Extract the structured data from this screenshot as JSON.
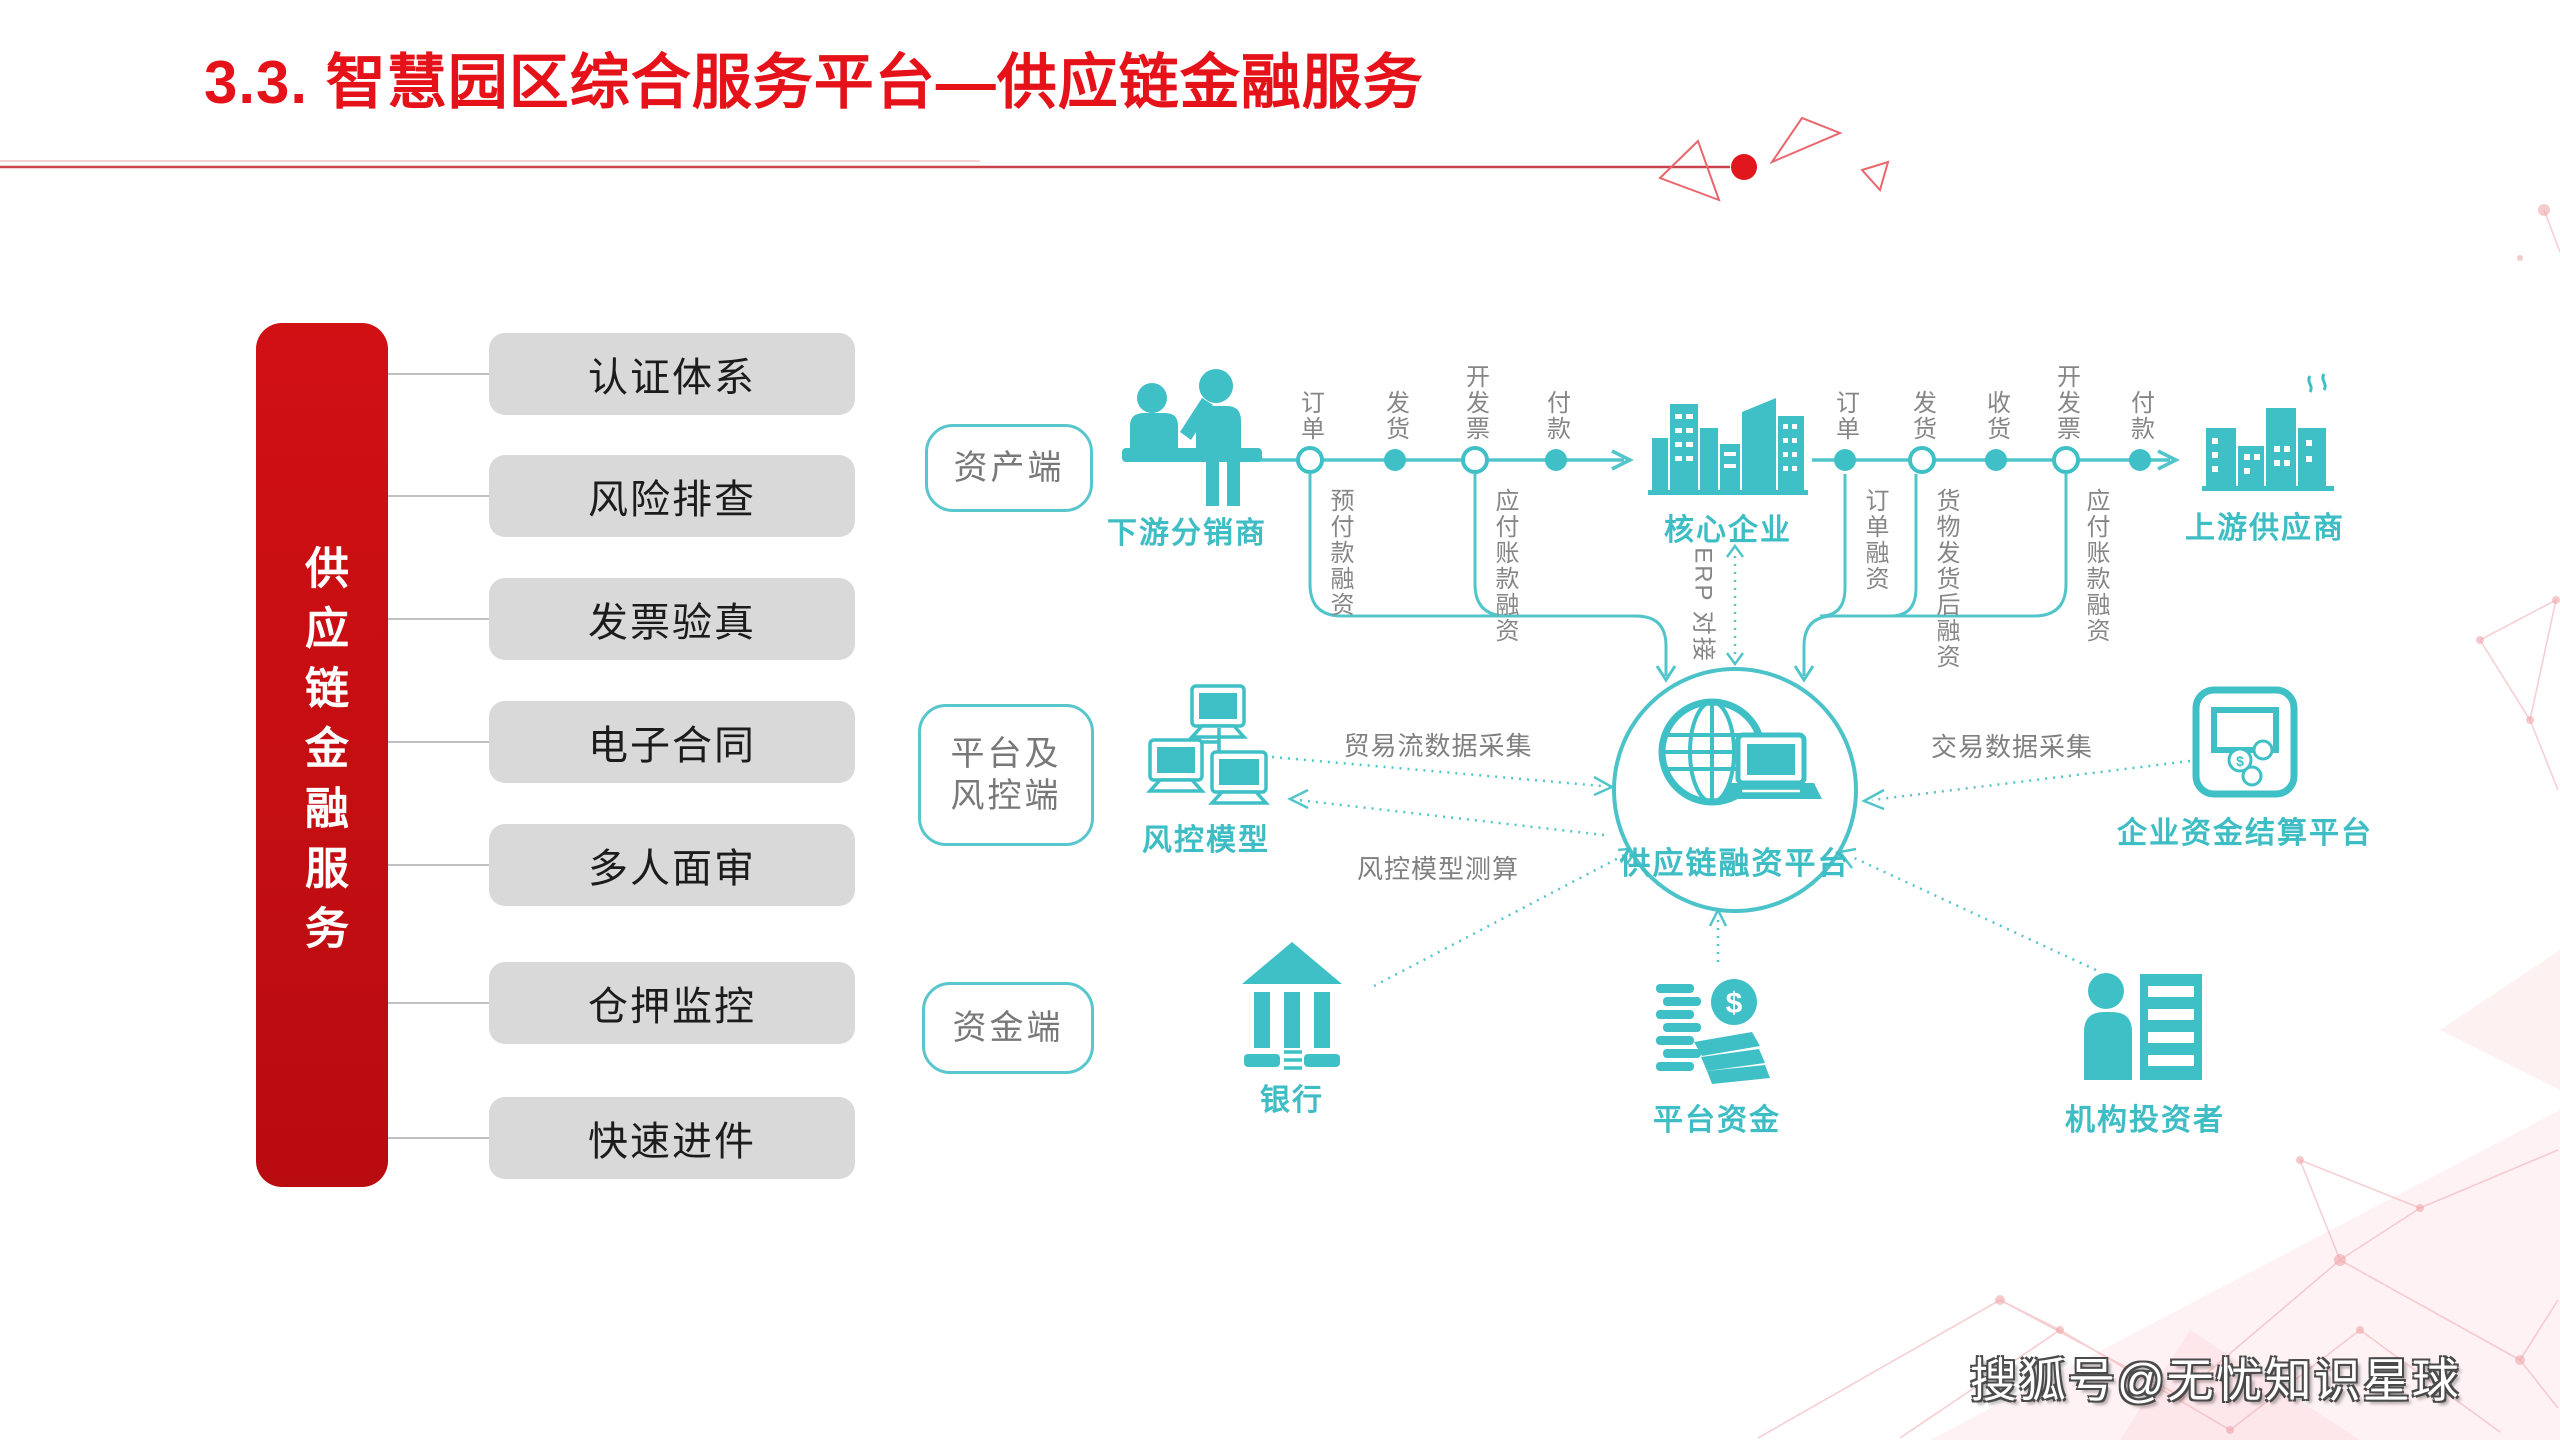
{
  "slide": {
    "title": "3.3. 智慧园区综合服务平台—供应链金融服务",
    "watermark": "搜狐号@无忧知识星球",
    "colors": {
      "accent_red": "#c70b10",
      "teal": "#3ebec4",
      "gray_box": "#d9d9d9"
    }
  },
  "left_panel": {
    "bar_label": "供应链金融服务",
    "items": [
      "认证体系",
      "风险排查",
      "发票验真",
      "电子合同",
      "多人面审",
      "仓押监控",
      "快速进件"
    ]
  },
  "diagram": {
    "lanes": {
      "asset": "资产端",
      "platform_line1": "平台及",
      "platform_line2": "风控端",
      "funding": "资金端"
    },
    "entities": {
      "downstream": "下游分销商",
      "core": "核心企业",
      "upstream": "上游供应商",
      "risk_model": "风控模型",
      "platform": "供应链融资平台",
      "settlement": "企业资金结算平台",
      "bank": "银行",
      "platform_funds": "平台资金",
      "investors": "机构投资者"
    },
    "flow1_steps": [
      "订单",
      "发货",
      "开发票",
      "付款"
    ],
    "flow2_steps": [
      "订单",
      "发货",
      "收货",
      "开发票",
      "付款"
    ],
    "financing1": [
      "预付款融资",
      "应付账款融资"
    ],
    "financing2": [
      "订单融资",
      "货物发货后融资",
      "应付账款融资"
    ],
    "erp_label": "ERP 对接",
    "flow_labels": {
      "trade_data": "贸易流数据采集",
      "risk_calc": "风控模型测算",
      "transaction_data": "交易数据采集"
    }
  }
}
